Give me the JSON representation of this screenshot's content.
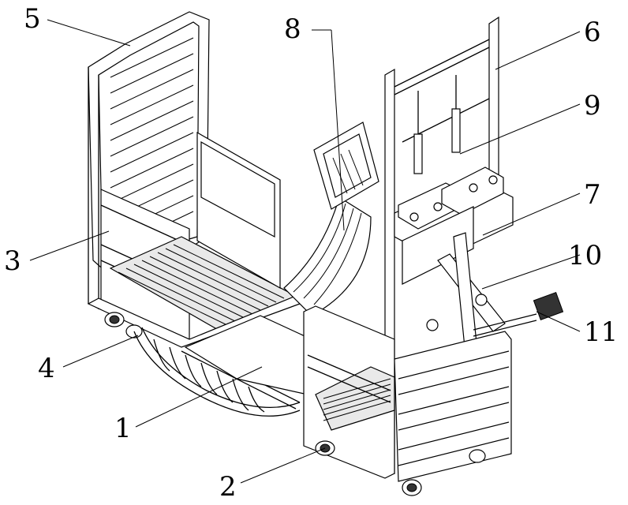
{
  "figure": {
    "labels": [
      {
        "id": "1",
        "text": "1"
      },
      {
        "id": "2",
        "text": "2"
      },
      {
        "id": "3",
        "text": "3"
      },
      {
        "id": "4",
        "text": "4"
      },
      {
        "id": "5",
        "text": "5"
      },
      {
        "id": "6",
        "text": "6"
      },
      {
        "id": "7",
        "text": "7"
      },
      {
        "id": "8",
        "text": "8"
      },
      {
        "id": "9",
        "text": "9"
      },
      {
        "id": "10",
        "text": "10"
      },
      {
        "id": "11",
        "text": "11"
      }
    ]
  }
}
